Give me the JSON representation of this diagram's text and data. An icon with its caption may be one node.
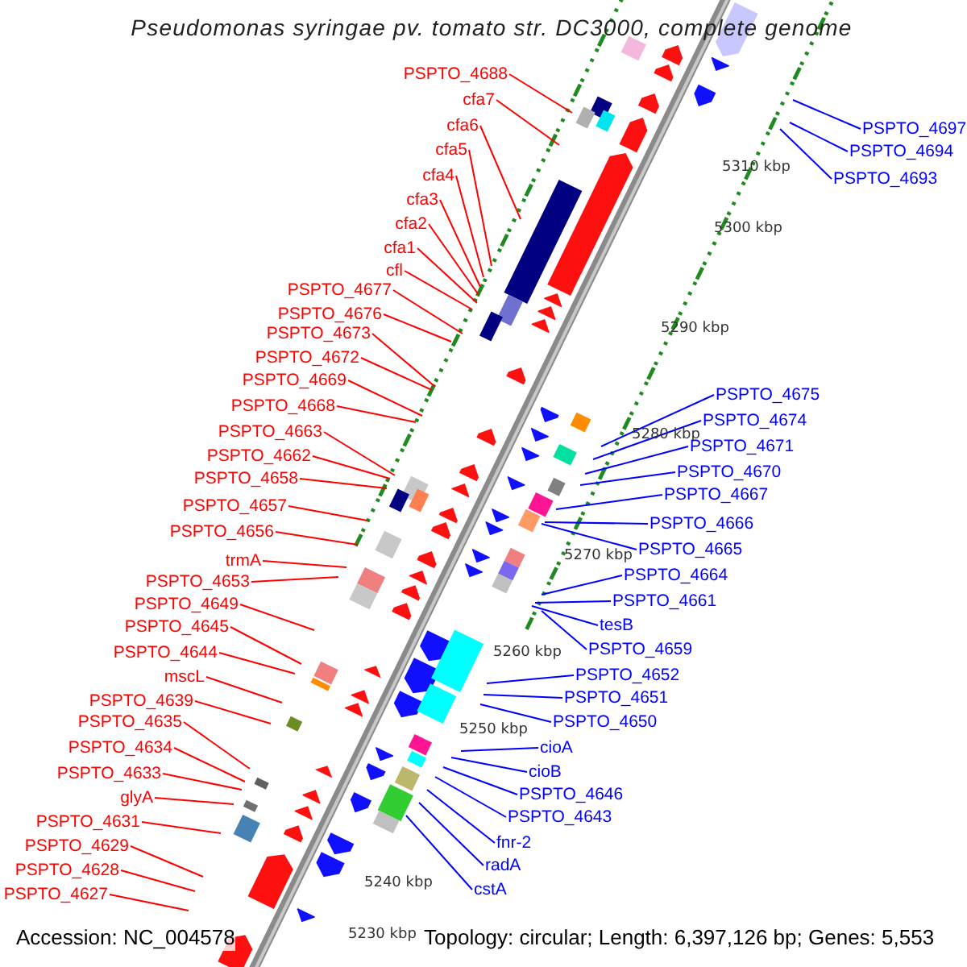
{
  "diagram": {
    "title": "Pseudomonas syringae pv. tomato str. DC3000, complete genome",
    "nodes": [
      {
        "text": [
          "PSPTO_4688"
        ]
      },
      {
        "text": [
          "cfa7"
        ]
      },
      {
        "text": [
          "cfa6"
        ]
      },
      {
        "text": [
          "cfa5"
        ]
      },
      {
        "text": [
          "cfa4"
        ]
      },
      {
        "text": [
          "cfa3"
        ]
      },
      {
        "text": [
          "cfa2"
        ]
      },
      {
        "text": [
          "cfa1"
        ]
      },
      {
        "text": [
          "cfl"
        ]
      },
      {
        "text": [
          "PSPTO_4677"
        ]
      },
      {
        "text": [
          "PSPTO_4676"
        ]
      },
      {
        "text": [
          "PSPTO_4673"
        ]
      },
      {
        "text": [
          "PSPTO_4672"
        ]
      },
      {
        "text": [
          "PSPTO_4669"
        ]
      },
      {
        "text": [
          "PSPTO_4668"
        ]
      },
      {
        "text": [
          "PSPTO_4663"
        ]
      },
      {
        "text": [
          "PSPTO_4662"
        ]
      },
      {
        "text": [
          "PSPTO_4658"
        ]
      },
      {
        "text": [
          "PSPTO_4657"
        ]
      },
      {
        "text": [
          "PSPTO_4656"
        ]
      },
      {
        "text": [
          "trmA"
        ]
      },
      {
        "text": [
          "PSPTO_4653"
        ]
      },
      {
        "text": [
          "PSPTO_4649"
        ]
      },
      {
        "text": [
          "PSPTO_4645"
        ]
      },
      {
        "text": [
          "PSPTO_4644"
        ]
      },
      {
        "text": [
          "mscL"
        ]
      },
      {
        "text": [
          "PSPTO_4639"
        ]
      },
      {
        "text": [
          "PSPTO_4635"
        ]
      },
      {
        "text": [
          "PSPTO_4634"
        ]
      },
      {
        "text": [
          "PSPTO_4633"
        ]
      },
      {
        "text": [
          "glyA"
        ]
      },
      {
        "text": [
          "PSPTO_4631"
        ]
      },
      {
        "text": [
          "PSPTO_4629"
        ]
      },
      {
        "text": [
          "PSPTO_4628"
        ]
      },
      {
        "text": [
          "PSPTO_4627"
        ]
      },
      {
        "text": [
          "PSPTO_4697"
        ]
      },
      {
        "text": [
          "PSPTO_4694"
        ]
      },
      {
        "text": [
          "PSPTO_4693"
        ]
      },
      {
        "text": [
          "PSPTO_4675"
        ]
      },
      {
        "text": [
          "PSPTO_4674"
        ]
      },
      {
        "text": [
          "PSPTO_4671"
        ]
      },
      {
        "text": [
          "PSPTO_4670"
        ]
      },
      {
        "text": [
          "PSPTO_4667"
        ]
      },
      {
        "text": [
          "PSPTO_4666"
        ]
      },
      {
        "text": [
          "PSPTO_4665"
        ]
      },
      {
        "text": [
          "PSPTO_4664"
        ]
      },
      {
        "text": [
          "PSPTO_4661"
        ]
      },
      {
        "text": [
          "tesB"
        ]
      },
      {
        "text": [
          "PSPTO_4659"
        ]
      },
      {
        "text": [
          "PSPTO_4652"
        ]
      },
      {
        "text": [
          "PSPTO_4651"
        ]
      },
      {
        "text": [
          "PSPTO_4650"
        ]
      },
      {
        "text": [
          "cioA"
        ]
      },
      {
        "text": [
          "cioB"
        ]
      },
      {
        "text": [
          "PSPTO_4646"
        ]
      },
      {
        "text": [
          "PSPTO_4643"
        ]
      },
      {
        "text": [
          "fnr-2"
        ]
      },
      {
        "text": [
          "radA"
        ]
      },
      {
        "text": [
          "cstA"
        ]
      }
    ],
    "edges": [
      {
        "from": 0,
        "to": null,
        "arrow": "none"
      },
      {
        "from": 1,
        "to": null,
        "arrow": "none"
      },
      {
        "from": 2,
        "to": null,
        "arrow": "none"
      },
      {
        "from": 3,
        "to": null,
        "arrow": "none"
      },
      {
        "from": 4,
        "to": null,
        "arrow": "none"
      },
      {
        "from": 5,
        "to": null,
        "arrow": "none"
      },
      {
        "from": 6,
        "to": null,
        "arrow": "none"
      },
      {
        "from": 7,
        "to": null,
        "arrow": "none"
      },
      {
        "from": 8,
        "to": null,
        "arrow": "none"
      },
      {
        "from": 9,
        "to": null,
        "arrow": "none"
      },
      {
        "from": 10,
        "to": null,
        "arrow": "none"
      },
      {
        "from": 11,
        "to": null,
        "arrow": "none"
      },
      {
        "from": 12,
        "to": null,
        "arrow": "none"
      },
      {
        "from": 13,
        "to": null,
        "arrow": "none"
      },
      {
        "from": 14,
        "to": null,
        "arrow": "none"
      },
      {
        "from": 15,
        "to": null,
        "arrow": "none"
      },
      {
        "from": 16,
        "to": null,
        "arrow": "none"
      },
      {
        "from": 17,
        "to": null,
        "arrow": "none"
      },
      {
        "from": 18,
        "to": null,
        "arrow": "none"
      },
      {
        "from": 19,
        "to": null,
        "arrow": "none"
      },
      {
        "from": 20,
        "to": null,
        "arrow": "none"
      },
      {
        "from": 21,
        "to": null,
        "arrow": "none"
      },
      {
        "from": 22,
        "to": null,
        "arrow": "none"
      },
      {
        "from": 23,
        "to": null,
        "arrow": "none"
      },
      {
        "from": 24,
        "to": null,
        "arrow": "none"
      },
      {
        "from": 25,
        "to": null,
        "arrow": "none"
      },
      {
        "from": 26,
        "to": null,
        "arrow": "none"
      },
      {
        "from": 27,
        "to": null,
        "arrow": "none"
      },
      {
        "from": 28,
        "to": null,
        "arrow": "none"
      },
      {
        "from": 29,
        "to": null,
        "arrow": "none"
      },
      {
        "from": 30,
        "to": null,
        "arrow": "none"
      },
      {
        "from": 31,
        "to": null,
        "arrow": "none"
      },
      {
        "from": 32,
        "to": null,
        "arrow": "none"
      },
      {
        "from": 33,
        "to": null,
        "arrow": "none"
      },
      {
        "from": 34,
        "to": null,
        "arrow": "none"
      },
      {
        "from": 35,
        "to": null,
        "arrow": "none",
        "color": "#0000ff"
      },
      {
        "from": 36,
        "to": null,
        "arrow": "none",
        "color": "#0000ff"
      },
      {
        "from": 37,
        "to": null,
        "arrow": "none",
        "color": "#0000ff"
      },
      {
        "from": 38,
        "to": null,
        "arrow": "none",
        "color": "#0000ff"
      },
      {
        "from": 39,
        "to": null,
        "arrow": "none",
        "color": "#0000ff"
      },
      {
        "from": 40,
        "to": null,
        "arrow": "none",
        "color": "#0000ff"
      },
      {
        "from": 41,
        "to": null,
        "arrow": "none",
        "color": "#0000ff"
      },
      {
        "from": 42,
        "to": null,
        "arrow": "none",
        "color": "#0000ff"
      },
      {
        "from": 43,
        "to": null,
        "arrow": "none",
        "color": "#0000ff"
      },
      {
        "from": 44,
        "to": null,
        "arrow": "none",
        "color": "#0000ff"
      },
      {
        "from": 45,
        "to": null,
        "arrow": "none",
        "color": "#0000ff"
      },
      {
        "from": 46,
        "to": null,
        "arrow": "none",
        "color": "#0000ff"
      },
      {
        "from": 47,
        "to": null,
        "arrow": "none",
        "color": "#0000ff"
      },
      {
        "from": 48,
        "to": null,
        "arrow": "none",
        "color": "#0000ff"
      },
      {
        "from": 49,
        "to": null,
        "arrow": "none",
        "color": "#0000ff"
      },
      {
        "from": 50,
        "to": null,
        "arrow": "none",
        "color": "#0000ff"
      },
      {
        "from": 51,
        "to": null,
        "arrow": "none",
        "color": "#0000ff"
      },
      {
        "from": 52,
        "to": null,
        "arrow": "none",
        "color": "#0000ff"
      },
      {
        "from": 53,
        "to": null,
        "arrow": "none",
        "color": "#0000ff"
      },
      {
        "from": 54,
        "to": null,
        "arrow": "none",
        "color": "#0000ff"
      },
      {
        "from": 55,
        "to": null,
        "arrow": "none",
        "color": "#0000ff"
      },
      {
        "from": 56,
        "to": null,
        "arrow": "none",
        "color": "#0000ff"
      },
      {
        "from": 57,
        "to": null,
        "arrow": "none",
        "color": "#0000ff"
      },
      {
        "from": 58,
        "to": null,
        "arrow": "none",
        "color": "#0000ff"
      }
    ],
    "labels": [
      "5310 kbp",
      "5300 kbp",
      "5290 kbp",
      "5280 kbp",
      "5270 kbp",
      "5260 kbp",
      "5250 kbp",
      "5240 kbp",
      "5230 kbp",
      "Accession: NC_004578",
      "Topology: circular; Length: 6,397,126 bp; Genes: 5,553"
    ]
  }
}
